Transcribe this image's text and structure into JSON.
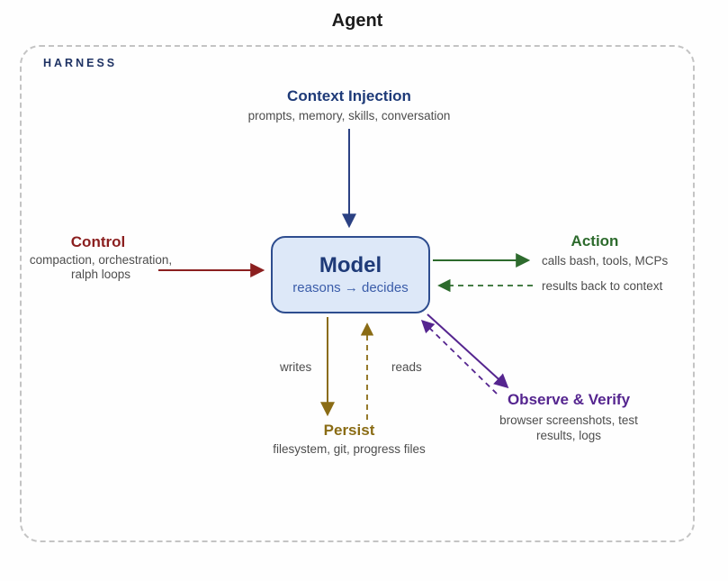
{
  "title": "Agent",
  "harness": {
    "label": "HARNESS"
  },
  "colors": {
    "navy": "#1e3a78",
    "red": "#8b1f1f",
    "green": "#2d6b2d",
    "olive": "#8a6c15",
    "purple": "#55258f",
    "gray_text": "#4d4d4d",
    "model_fill": "#dde8f8",
    "model_border": "#2e4d8f",
    "harness_border": "#c4c4c4"
  },
  "nodes": {
    "context_injection": {
      "title": "Context Injection",
      "subtitle": "prompts, memory, skills, conversation"
    },
    "control": {
      "title": "Control",
      "subtitle_line1": "compaction, orchestration,",
      "subtitle_line2": "ralph loops"
    },
    "model": {
      "title": "Model",
      "subtitle": "reasons → decides"
    },
    "action": {
      "title": "Action",
      "out_label": "calls bash, tools, MCPs",
      "back_label": "results back to context"
    },
    "persist": {
      "title": "Persist",
      "subtitle": "filesystem, git, progress files",
      "write_label": "writes",
      "read_label": "reads"
    },
    "observe": {
      "title": "Observe & Verify",
      "subtitle_line1": "browser screenshots, test",
      "subtitle_line2": "results, logs"
    }
  }
}
